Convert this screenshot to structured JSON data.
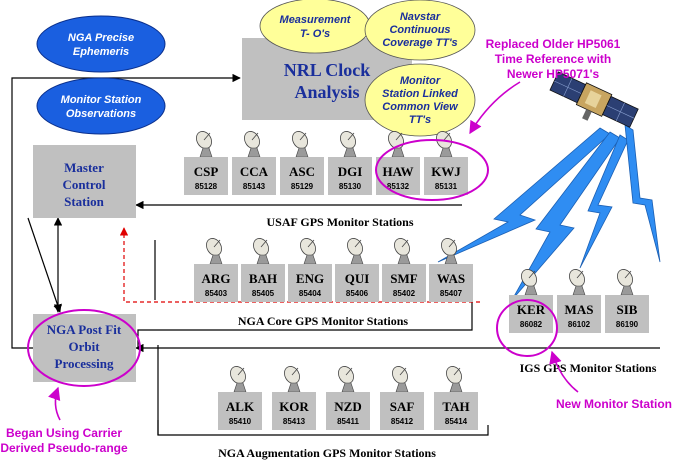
{
  "nrl_box": {
    "line1": "NRL Clock",
    "line2": "Analysis"
  },
  "mcs_box": {
    "line1": "Master",
    "line2": "Control",
    "line3": "Station"
  },
  "pfo_box": {
    "line1": "NGA Post Fit",
    "line2": "Orbit",
    "line3": "Processing"
  },
  "blue_ovals": [
    {
      "line1": "NGA Precise",
      "line2": "Ephemeris"
    },
    {
      "line1": "Monitor Station",
      "line2": "Observations"
    }
  ],
  "yellow_ovals": [
    {
      "lines": [
        "Measurement",
        "T- O's"
      ]
    },
    {
      "lines": [
        "Navstar",
        "Continuous",
        "Coverage TT's"
      ]
    },
    {
      "lines": [
        "Monitor",
        "Station Linked",
        "Common View",
        "TT's"
      ]
    }
  ],
  "usaf": {
    "label": "USAF GPS Monitor Stations",
    "stations": [
      {
        "code": "CSP",
        "id": "85128"
      },
      {
        "code": "CCA",
        "id": "85143"
      },
      {
        "code": "ASC",
        "id": "85129"
      },
      {
        "code": "DGI",
        "id": "85130"
      },
      {
        "code": "HAW",
        "id": "85132"
      },
      {
        "code": "KWJ",
        "id": "85131"
      }
    ]
  },
  "core": {
    "label": "NGA Core GPS Monitor Stations",
    "stations": [
      {
        "code": "ARG",
        "id": "85403"
      },
      {
        "code": "BAH",
        "id": "85405"
      },
      {
        "code": "ENG",
        "id": "85404"
      },
      {
        "code": "QUI",
        "id": "85406"
      },
      {
        "code": "SMF",
        "id": "85402"
      },
      {
        "code": "WAS",
        "id": "85407"
      }
    ]
  },
  "aug": {
    "label": "NGA Augmentation GPS Monitor Stations",
    "stations": [
      {
        "code": "ALK",
        "id": "85410"
      },
      {
        "code": "KOR",
        "id": "85413"
      },
      {
        "code": "NZD",
        "id": "85411"
      },
      {
        "code": "SAF",
        "id": "85412"
      },
      {
        "code": "TAH",
        "id": "85414"
      }
    ]
  },
  "igs": {
    "label": "IGS GPS Monitor Stations",
    "stations": [
      {
        "code": "KER",
        "id": "86082"
      },
      {
        "code": "MAS",
        "id": "86102"
      },
      {
        "code": "SIB",
        "id": "86190"
      }
    ]
  },
  "annotations": {
    "replaced": {
      "line1": "Replaced Older HP5061",
      "line2": "Time Reference with",
      "line3": "Newer HP5071's"
    },
    "new_station": "New Monitor Station",
    "carrier": {
      "line1": "Began Using Carrier",
      "line2": "Derived Pseudo-range"
    }
  },
  "colors": {
    "box": "#c0c0c0",
    "blue_oval": "#1a5fe0",
    "yellow_oval": "#ffff99",
    "station_text": "#000000",
    "mcs_text": "#1a2f9c",
    "annotation": "#cc00cc",
    "lightning": "#2f8df2",
    "red_dashed": "#e00000"
  },
  "icons": [
    "satellite-icon",
    "dish-antenna-icon",
    "lightning-bolt-icon"
  ]
}
